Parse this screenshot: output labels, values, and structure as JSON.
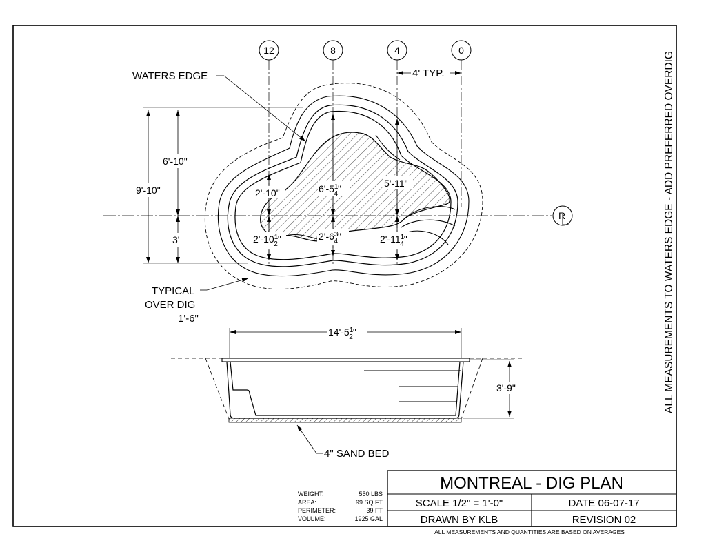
{
  "labels": {
    "waters_edge": "WATERS EDGE",
    "typical": "TYPICAL",
    "over_dig": "OVER DIG",
    "over_dig_value": "1'-6\"",
    "typ_spacing": "4' TYP.",
    "sand_bed": "4\" SAND BED",
    "vertical_note": "ALL MEASUREMENTS TO WATERS EDGE - ADD PREFERRED OVERDIG",
    "centerline_symbol": "R"
  },
  "gridlines": [
    "12",
    "8",
    "4",
    "0"
  ],
  "dimensions": {
    "overall_width_main": "9'-10\"",
    "upper_height": "6'-10\"",
    "lower_height": "3'",
    "w1_top": "2'-10\"",
    "w2_main": "6'-5",
    "w2_num": "1",
    "w2_den": "4",
    "w2_tail": "\"",
    "w3_top": "5'-11\"",
    "b1_main": "2'-10",
    "b1_num": "1",
    "b1_den": "2",
    "b1_tail": "\"",
    "b2_main": "2'-6",
    "b2_num": "3",
    "b2_den": "4",
    "b2_tail": "\"",
    "b3_main": "2'-11",
    "b3_num": "1",
    "b3_den": "4",
    "b3_tail": "\"",
    "length_main": "14'-5",
    "length_num": "1",
    "length_den": "2",
    "length_tail": "\"",
    "depth": "3'-9\""
  },
  "specs": [
    {
      "label": "WEIGHT:",
      "value": "550 LBS"
    },
    {
      "label": "AREA:",
      "value": "99 SQ FT"
    },
    {
      "label": "PERIMETER:",
      "value": "39 FT"
    },
    {
      "label": "VOLUME:",
      "value": "1925 GAL"
    }
  ],
  "title_block": {
    "title": "MONTREAL - DIG PLAN",
    "scale": "SCALE 1/2\" = 1'-0\"",
    "date": "DATE 06-07-17",
    "drawn_by": "DRAWN BY KLB",
    "revision": "REVISION 02",
    "footnote": "ALL MEASUREMENTS AND QUANTITIES ARE BASED ON AVERAGES"
  }
}
